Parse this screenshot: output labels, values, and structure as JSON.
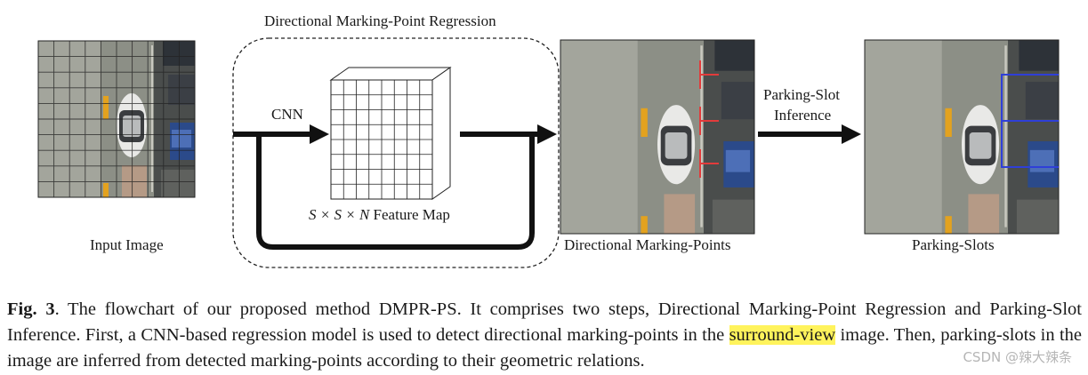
{
  "figure": {
    "module_title": "Directional Marking-Point Regression",
    "cnn_label": "CNN",
    "feature_map_label_math": "S × S × N",
    "feature_map_label_text": " Feature Map",
    "input_label": "Input Image",
    "marking_points_label": "Directional Marking-Points",
    "inference_label_line1": "Parking-Slot",
    "inference_label_line2": "Inference",
    "slots_label": "Parking-Slots"
  },
  "caption": {
    "fig_ref": "Fig. 3",
    "text_before_highlight": ". The flowchart of our proposed method DMPR-PS. It comprises two steps, Directional Marking-Point Regression and Parking-Slot Inference. First, a CNN-based regression model is used to detect directional marking-points in the ",
    "highlight": "surround-view",
    "text_after_highlight": " image. Then, parking-slots in the image are inferred from detected marking-points according to their geometric relations."
  },
  "watermark": "CSDN @辣大辣条",
  "colors": {
    "marking_points": "#e23b3b",
    "parking_slots": "#2f3fd8",
    "highlight": "#fff35c"
  },
  "icons": [
    "arrow-right-icon",
    "feature-map-cube-icon"
  ]
}
